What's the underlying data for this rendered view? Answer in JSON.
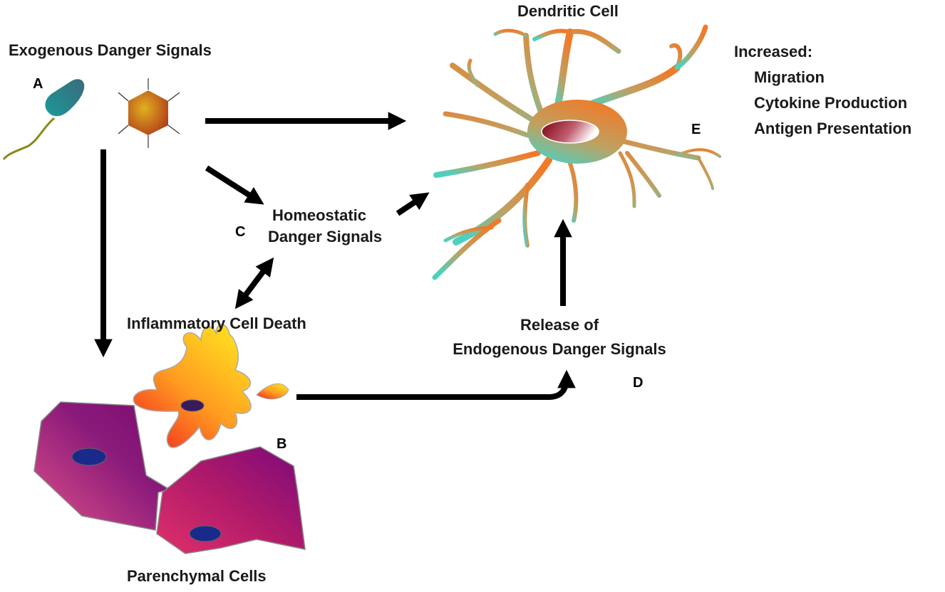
{
  "labels": {
    "exogenous": "Exogenous Danger Signals",
    "dendritic": "Dendritic Cell",
    "increased": "Increased:",
    "migration": "Migration",
    "cytokine": "Cytokine Production",
    "antigen": "Antigen Presentation",
    "homeostatic_line1": "Homeostatic",
    "homeostatic_line2": "Danger Signals",
    "inflammatory": "Inflammatory Cell Death",
    "release_line1": "Release of",
    "release_line2": "Endogenous Danger Signals",
    "parenchymal": "Parenchymal Cells"
  },
  "letters": {
    "a": "A",
    "b": "B",
    "c": "C",
    "d": "D",
    "e": "E"
  },
  "colors": {
    "arrow": "#000000",
    "bacterium": "#2a8a8a",
    "flagellum": "#8a8a1a",
    "virus": "#c8781a",
    "dendrite_orange": "#f08030",
    "dendrite_teal": "#5ec8b0",
    "nucleus_red": "#8a0f1a",
    "dying_cell": "#ff9a1a",
    "parenchymal_purple": "#8a1a7a",
    "parenchymal_nucleus": "#1a1a7a"
  }
}
